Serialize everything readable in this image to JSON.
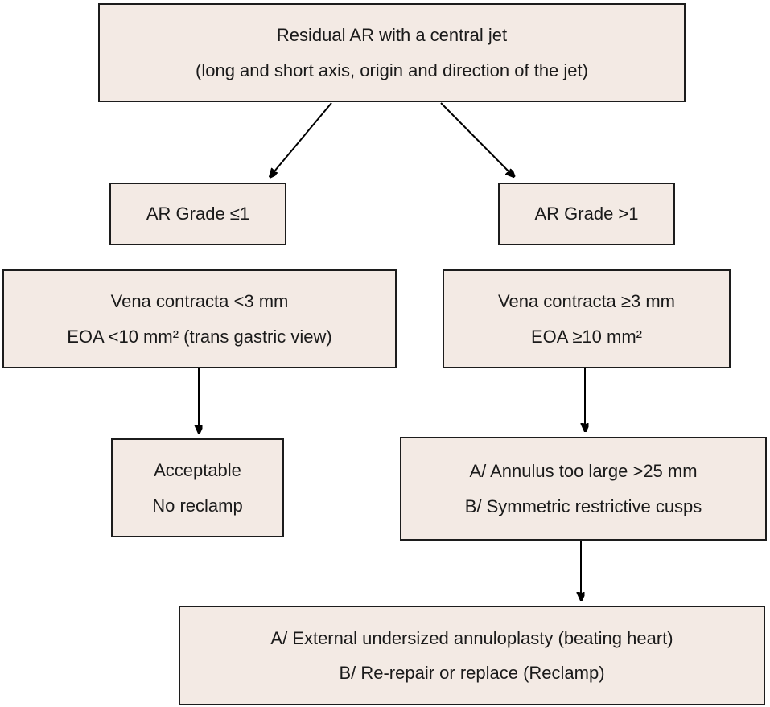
{
  "diagram": {
    "colors": {
      "box_fill": "#f3eae4",
      "box_border": "#1c1c1c",
      "arrow": "#000000",
      "background": "#ffffff",
      "text": "#1a1a1a"
    },
    "boxes": {
      "root": {
        "lines": [
          "Residual AR with a central jet",
          "(long and short axis, origin and direction of the jet)"
        ]
      },
      "grade_le1": {
        "lines": [
          "AR Grade ≤1"
        ]
      },
      "grade_gt1": {
        "lines": [
          "AR Grade >1"
        ]
      },
      "criteria_low": {
        "lines": [
          "Vena contracta <3 mm",
          "EOA <10 mm² (trans gastric view)"
        ]
      },
      "criteria_high": {
        "lines": [
          "Vena contracta ≥3 mm",
          "EOA ≥10 mm²"
        ]
      },
      "acceptable": {
        "lines": [
          "Acceptable",
          "No reclamp"
        ]
      },
      "causes": {
        "lines": [
          "A/ Annulus too large >25 mm",
          "B/ Symmetric restrictive cusps"
        ]
      },
      "treatment": {
        "lines": [
          "A/ External undersized annuloplasty (beating heart)",
          "B/ Re-repair or replace (Reclamp)"
        ]
      }
    }
  }
}
